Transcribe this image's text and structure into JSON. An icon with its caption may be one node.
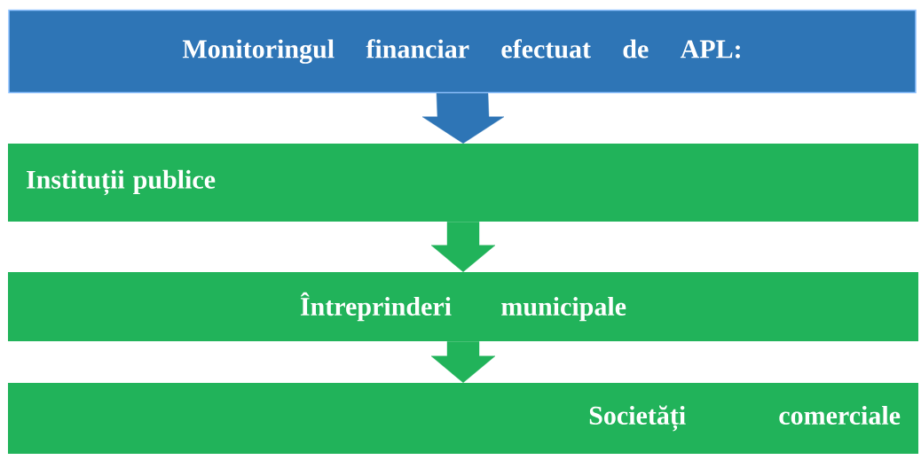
{
  "diagram": {
    "nodes": [
      {
        "text": [
          "Monitoringul financiar efectuat de APL:"
        ]
      },
      {
        "text": [
          "Instituții publice"
        ]
      },
      {
        "text": [
          "Întreprinderi municipale"
        ]
      },
      {
        "text": [
          "Societăți comerciale"
        ]
      }
    ],
    "edges": [
      {
        "from": 0,
        "to": 1,
        "arrow": "to",
        "color": "#2e75b6"
      },
      {
        "from": 1,
        "to": 2,
        "arrow": "to"
      },
      {
        "from": 2,
        "to": 3,
        "arrow": "to"
      }
    ]
  }
}
